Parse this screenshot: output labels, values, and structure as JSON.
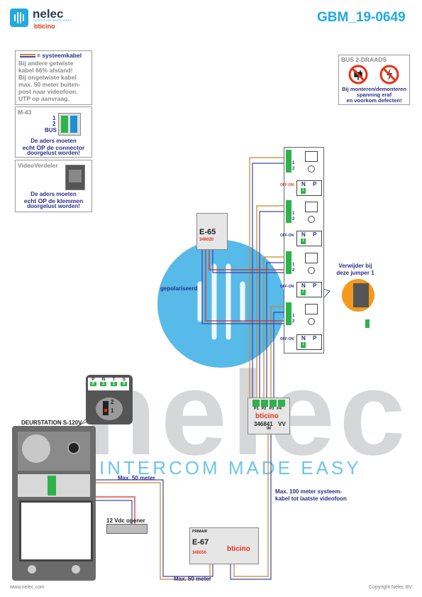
{
  "header": {
    "brand": "nelec",
    "tagline": "INTERCOM MADE EASY",
    "sub_brand": "bticino",
    "doc_id": "GBM_19-0649"
  },
  "notes": {
    "cable": {
      "title": "= systeemkabel",
      "lines": [
        "Bij andere getwiste",
        "kabel 66% afstand!",
        "Bij ongetwiste kabel",
        "max. 50 meter buiten-",
        "post naar videofoon.",
        "UTP op aanvraag."
      ]
    },
    "m43": {
      "title": "M-43",
      "term1": "1",
      "term2": "2",
      "bus": "BUS",
      "lines": [
        "De aders moeten",
        "echt OP de connector",
        "doorgelust worden!"
      ]
    },
    "videoverdeler": {
      "title": "VideoVerdeler",
      "lines": [
        "De aders moeten",
        "echt OP de klemmen",
        "doorgelust worden!"
      ]
    },
    "bus2": {
      "title": "BUS 2-DRAADS",
      "lines": [
        "Bij monteren/demonteren",
        "spanning eraf",
        "en voorkom defecten!"
      ]
    }
  },
  "devices": {
    "e65": {
      "name": "E-65",
      "code": "346020"
    },
    "e67": {
      "name": "E-67",
      "code": "346050",
      "primair": "PRIMAIR",
      "brand": "bticino"
    },
    "distributor": {
      "code": "346841",
      "vv": "VV",
      "ports": [
        "P1",
        "P2",
        "P3",
        "P4"
      ],
      "in": "IN",
      "brand": "bticino"
    },
    "doorstation": {
      "title": "DEURSTATION S-120V"
    },
    "opener": {
      "label": "12 Vdc opener"
    },
    "switch": {
      "cols": [
        "P",
        "N",
        "T",
        "S"
      ],
      "vals": [
        "0",
        "1",
        "1",
        "0"
      ],
      "n2": "2",
      "n1": "1"
    },
    "monitors": [
      {
        "terms": [
          "",
          "",
          "1",
          "2"
        ],
        "off_on": "OFF-ON",
        "n": "N",
        "p": "P",
        "v": "1"
      },
      {
        "terms": [
          "",
          "",
          "1",
          "2"
        ],
        "off_on": "OFF-ON",
        "n": "N",
        "p": "P",
        "v": "1"
      },
      {
        "terms": [
          "",
          "",
          "1",
          "2"
        ],
        "off_on": "OFF-ON",
        "n": "N",
        "p": "P",
        "v": "1"
      },
      {
        "terms": [
          "",
          "",
          "1",
          "2"
        ],
        "off_on": "OFF-ON",
        "n": "N",
        "p": "P",
        "v": "1"
      }
    ]
  },
  "labels": {
    "gepolariseerd": "gepolariseerd",
    "jumper": [
      "Verwijder bij",
      "deze jumper 1"
    ],
    "max50_a": "Max. 50 meter",
    "max50_b": "Max. 50 meter",
    "max100": [
      "Max. 100 meter systeem-",
      "kabel tot laatste videofoon"
    ]
  },
  "watermark": {
    "word": "nelec",
    "tag": "INTERCOM MADE EASY"
  },
  "footer": {
    "left": "www.nelec.com",
    "right": "Copyright Nelec BV"
  },
  "colors": {
    "accent": "#21a9e1",
    "text_blue": "#2a2f8a",
    "red": "#e63318",
    "green": "#2db34a",
    "wire_brown": "#c8842c",
    "wire_blue": "#3a47a8",
    "wire_red": "#d8281e"
  }
}
